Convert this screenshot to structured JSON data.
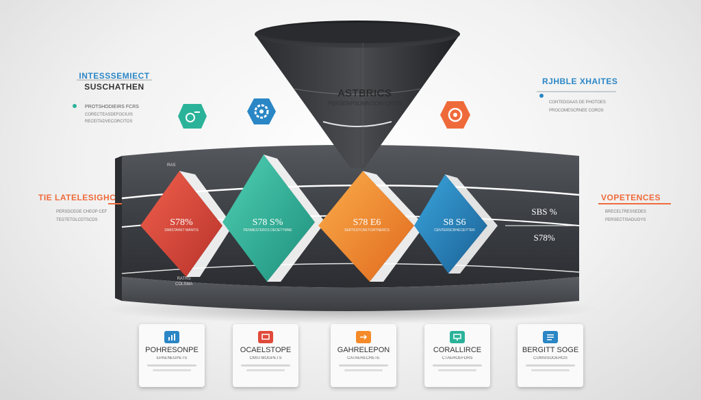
{
  "colors": {
    "red": "#e04a3b",
    "teal": "#2bb39a",
    "orange": "#f58a2a",
    "blue": "#2a86c5",
    "dark": "#3a3d42",
    "accent_orange": "#ef6a3a"
  },
  "funnel": {
    "title": "ASTBRICS",
    "subtitle": "PERSENPSUMNTION CRIRS"
  },
  "left_top": {
    "title_line1": "INTESSSEMIECT",
    "title_line2": "SUSCHATHEN",
    "line1": "PROTSHODIEIRS FCRS",
    "line2": "CORECTEASDEFOCIUIS",
    "line3": "RECEITADVECORCITOS"
  },
  "left_mid": {
    "title": "TIE LATELESIGHC",
    "line1": "PERSDCEGE CHEOP CEF",
    "line2": "TEGTETOLCDTSCDS"
  },
  "right_top": {
    "title": "RJHBLE XHAITES",
    "line1": "CONTEDOAAS DE PHOTOES",
    "line2": "PROCOMESCRNEE COROS"
  },
  "right_mid": {
    "title": "VOPETENCES",
    "line1": "BRECELTRESSEDES",
    "line2": "PERSECTISADUOYS"
  },
  "band_labels": {
    "top": "RAS",
    "bottom": "RATRS\nCOLSMA"
  },
  "stages": [
    {
      "value": "S78%",
      "sub": "SIMISTAHET MANTIS"
    },
    {
      "value": "S78 S%",
      "sub": "PENMESTEROS DEOETTMNE"
    },
    {
      "value": "S78 E6",
      "sub": "SERTESTCRETCRITNERCS"
    },
    {
      "value": "S8 S6",
      "sub": "CENTERSCRHECEITTER"
    }
  ],
  "right_stats": [
    {
      "value": "SBS %"
    },
    {
      "value": "S78%"
    }
  ],
  "cards": [
    {
      "title": "POHRESONPE",
      "sub": "EPAENEGPETS",
      "icon_color": "#2a86c5",
      "icon": "chart-icon"
    },
    {
      "title": "OCAELSTOPE",
      "sub": "CMSTMOGPETS",
      "icon_color": "#e04a3b",
      "icon": "screen-icon"
    },
    {
      "title": "GAHRELEPON",
      "sub": "CATAERECRETE",
      "icon_color": "#f58a2a",
      "icon": "arrow-icon"
    },
    {
      "title": "CORALLIRCE",
      "sub": "CTAEROEFDRS",
      "icon_color": "#2bb39a",
      "icon": "monitor-icon"
    },
    {
      "title": "BERGITT SOGE",
      "sub": "CUMSISOOEROS",
      "icon_color": "#2a86c5",
      "icon": "lines-icon"
    }
  ]
}
